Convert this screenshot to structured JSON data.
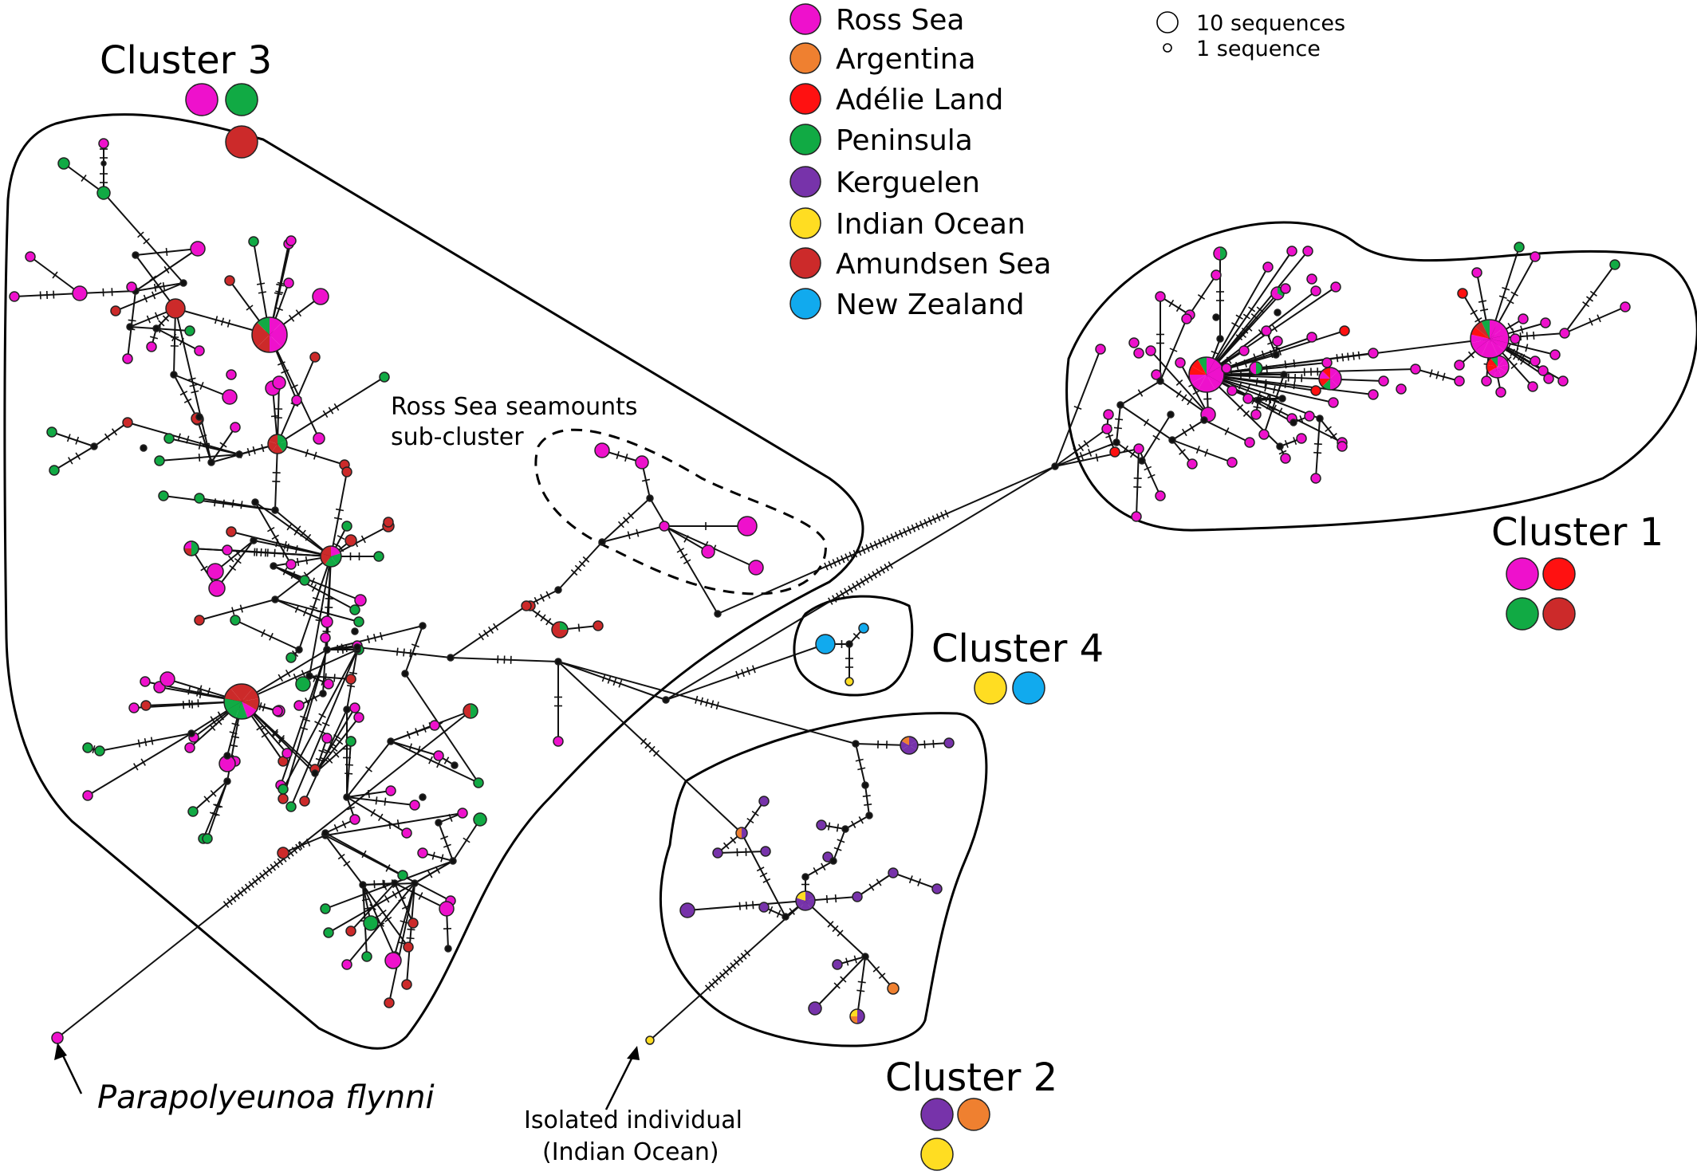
{
  "legend": {
    "items": [
      {
        "label": "Ross Sea",
        "color": "#ee11cc"
      },
      {
        "label": "Argentina",
        "color": "#ef8030"
      },
      {
        "label": "Adélie Land",
        "color": "#ff1111"
      },
      {
        "label": "Peninsula",
        "color": "#11aa44"
      },
      {
        "label": "Kerguelen",
        "color": "#7733aa"
      },
      {
        "label": "Indian Ocean",
        "color": "#ffdd22"
      },
      {
        "label": "Amundsen Sea",
        "color": "#cc2a2a"
      },
      {
        "label": "New Zealand",
        "color": "#11aaee"
      }
    ],
    "size_large": "10 sequences",
    "size_small": "1 sequence"
  },
  "clusters": [
    {
      "id": "c1",
      "title": "Cluster 1",
      "colors": [
        "#ee11cc",
        "#ff1111",
        "#11aa44",
        "#cc2a2a"
      ]
    },
    {
      "id": "c2",
      "title": "Cluster 2",
      "colors": [
        "#7733aa",
        "#ef8030",
        "#ffdd22"
      ]
    },
    {
      "id": "c3",
      "title": "Cluster 3",
      "colors": [
        "#ee11cc",
        "#11aa44",
        "#cc2a2a"
      ]
    },
    {
      "id": "c4",
      "title": "Cluster 4",
      "colors": [
        "#ffdd22",
        "#11aaee"
      ]
    }
  ],
  "annotations": {
    "subcluster_line1": "Ross Sea seamounts",
    "subcluster_line2": "sub-cluster",
    "isolated_line1": "Isolated individual",
    "isolated_line2": "(Indian Ocean)",
    "outgroup": "Parapolyeunoa flynni"
  }
}
